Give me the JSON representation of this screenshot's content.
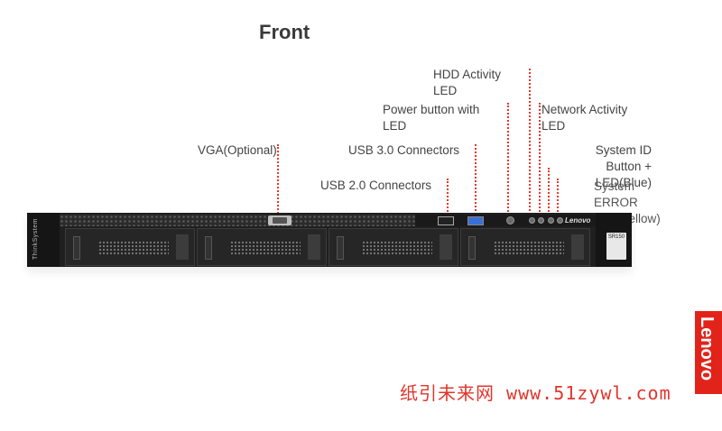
{
  "title": "Front",
  "callouts": {
    "hdd_activity": "HDD Activity\nLED",
    "power_button": "Power button with\nLED",
    "network_activity": "Network Activity\nLED",
    "vga": "VGA(Optional)",
    "usb3": "USB 3.0 Connectors",
    "system_id": "System ID\nButton +\nLED(Blue)",
    "usb2": "USB 2.0 Connectors",
    "system_error": "System\nERROR\nLED(Yellow)"
  },
  "server": {
    "side_brand": "ThinkSystem",
    "panel_logo": "Lenovo",
    "model_tag": "SR150"
  },
  "badge": "Lenovo",
  "watermark": "纸引未来网 www.51zywl.com",
  "colors": {
    "leader": "#e33a2e",
    "brand_red": "#e2231a",
    "watermark": "#e0352b"
  }
}
